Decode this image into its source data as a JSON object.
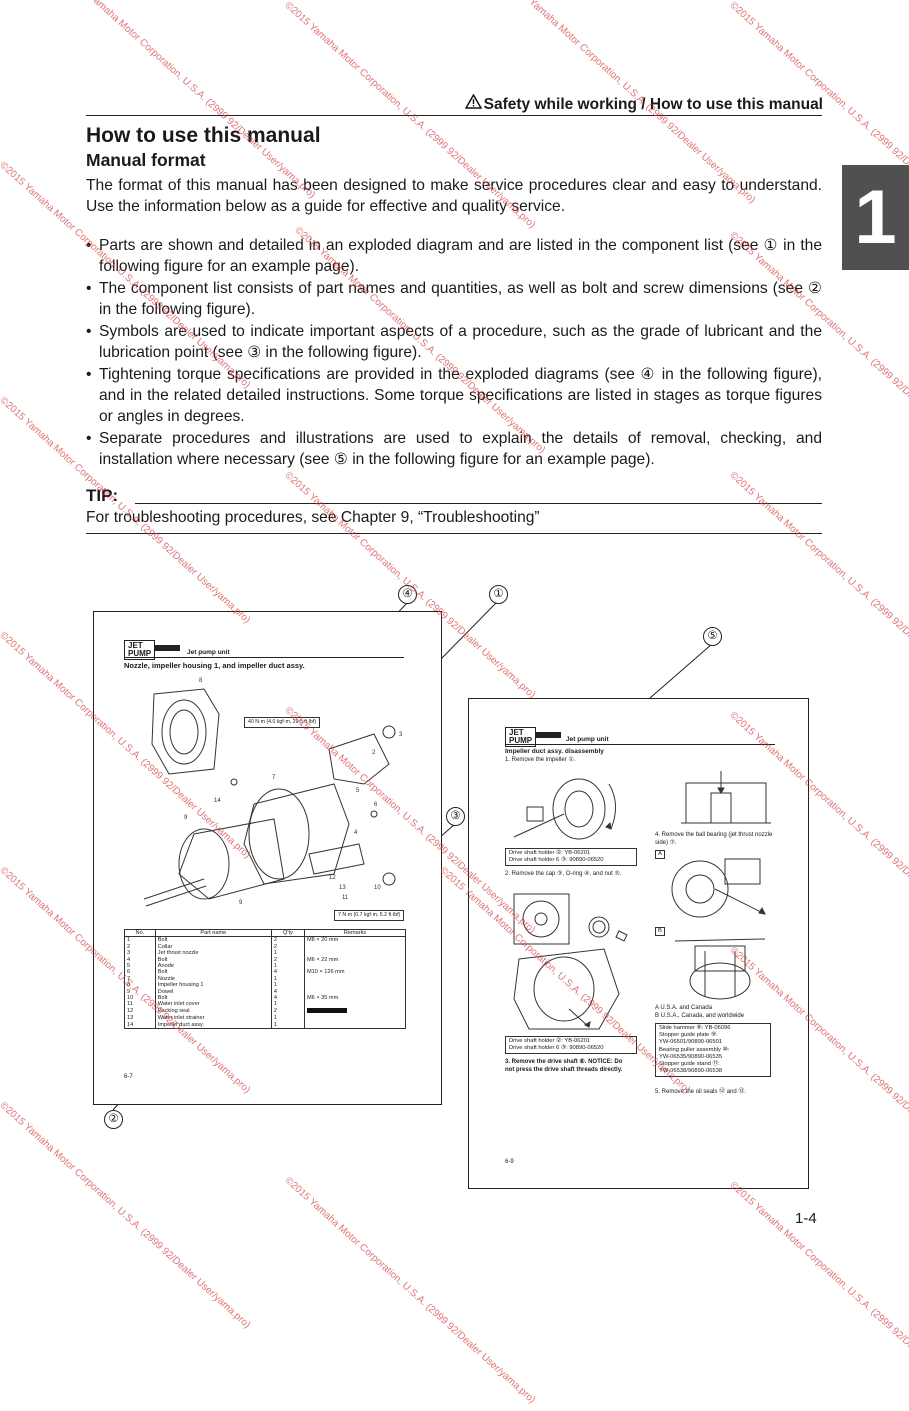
{
  "header": {
    "title": "Safety while working / How to use this manual"
  },
  "chapter_tab": "1",
  "page_title": "How to use this manual",
  "section_title": "Manual format",
  "intro": "The format of this manual has been designed to make service procedures clear and easy to understand. Use the information below as a guide for effective and quality service.",
  "bullets": [
    "Parts are shown and detailed in an exploded diagram and are listed in the component list (see ① in the following figure for an example page).",
    "The component list consists of part names and quantities, as well as bolt and screw dimensions (see ② in the following figure).",
    "Symbols are used to indicate important aspects of a procedure, such as the grade of lubricant and the lubrication point (see ③ in the following figure).",
    "Tightening torque specifications are provided in the exploded diagrams (see ④ in the following figure), and in the related detailed instructions. Some torque specifications are listed in stages as torque figures or angles in degrees.",
    "Separate procedures and illustrations are used to explain the details of removal, checking, and installation where necessary (see ⑤ in the following figure for an example page)."
  ],
  "tip": {
    "label": "TIP:",
    "text": "For troubleshooting procedures, see Chapter 9, “Troubleshooting”"
  },
  "page_number": "1-4",
  "callouts": [
    "①",
    "②",
    "③",
    "④",
    "⑤"
  ],
  "watermark": "©2015 Yamaha Motor Corporation, U.S.A. (2999 92/Dealer User/yama.pro)",
  "left_example": {
    "badge_line1": "JET",
    "badge_line2": "PUMP",
    "unit": "Jet pump unit",
    "heading": "Nozzle, impeller housing 1, and impeller duct assy.",
    "torque_top": "40 N·m (4.0 kgf·m, 29.5 ft·lbf)",
    "torque_bottom": "7 N·m (0.7 kgf·m, 5.2 ft·lbf)",
    "table_headers": [
      "No.",
      "Part name",
      "Q'ty",
      "Remarks"
    ],
    "rows": [
      [
        "1",
        "Bolt",
        "2",
        "M8 × 20 mm"
      ],
      [
        "2",
        "Collar",
        "2",
        ""
      ],
      [
        "3",
        "Jet thrust nozzle",
        "1",
        ""
      ],
      [
        "4",
        "Bolt",
        "2",
        "M6 × 22 mm"
      ],
      [
        "5",
        "Anode",
        "1",
        ""
      ],
      [
        "6",
        "Bolt",
        "4",
        "M10 × 126 mm"
      ],
      [
        "7",
        "Nozzle",
        "1",
        ""
      ],
      [
        "8",
        "Impeller housing 1",
        "1",
        ""
      ],
      [
        "9",
        "Dowel",
        "4",
        ""
      ],
      [
        "10",
        "Bolt",
        "4",
        "M6 × 35 mm"
      ],
      [
        "11",
        "Water inlet cover",
        "1",
        ""
      ],
      [
        "12",
        "Packing seal",
        "2",
        ""
      ],
      [
        "13",
        "Water inlet strainer",
        "1",
        ""
      ],
      [
        "14",
        "Impeller duct assy.",
        "1",
        ""
      ]
    ],
    "page": "6-7"
  },
  "right_example": {
    "badge_line1": "JET",
    "badge_line2": "PUMP",
    "unit": "Jet pump unit",
    "heading": "Impeller duct assy. disassembly",
    "step1": "1.  Remove the impeller ①.",
    "box1": [
      "Drive shaft holder ②: YB-06201",
      "Drive shaft holder 6 ③: 90890-06520"
    ],
    "step2": "2.  Remove the cap ③, O-ring ④, and nut ⑤.",
    "box2": [
      "Drive shaft holder ②: YB-06201",
      "Drive shaft holder 6 ③: 90890-06520"
    ],
    "step3": "3.  Remove the drive shaft ⑥. NOTICE: Do not press the drive shaft threads directly.",
    "step4": "4.  Remove the ball bearing (jet thrust nozzle side) ⑦.",
    "labels": [
      "A",
      "B"
    ],
    "legend": [
      "A  U.S.A. and Canada",
      "B  U.S.A., Canada, and worldwide"
    ],
    "box3": [
      "Slide hammer ⑧: YB-06096",
      "Stopper guide plate ⑨:",
      "  YW-06501/90890-06501",
      "Bearing puller assembly ⑩:",
      "  YW-06535/90890-06535",
      "Stopper guide stand ⑪:",
      "  YW-06538/90890-06538"
    ],
    "step5": "5.  Remove the oil seals ⑫ and ⑬.",
    "page": "6-9"
  }
}
